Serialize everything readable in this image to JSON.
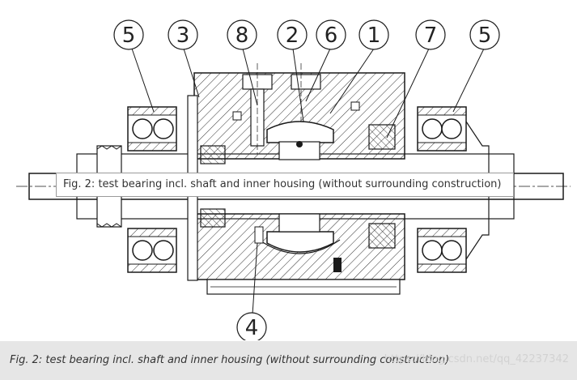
{
  "figure": {
    "overlay_caption": "Fig. 2: test bearing incl. shaft and inner housing (without surrounding construction)",
    "bottom_caption": "Fig. 2: test bearing incl. shaft and inner housing (without surrounding construction)",
    "watermark": "https://blog.csdn.net/qq_42237342",
    "callouts": {
      "c1": "5",
      "c2": "3",
      "c3": "8",
      "c4": "2",
      "c5": "6",
      "c6": "1",
      "c7": "7",
      "c8": "5",
      "c9": "4"
    }
  },
  "colors": {
    "line": "#1a1a1a",
    "hatch": "#333333",
    "caption_bg": "#e6e6e6"
  }
}
